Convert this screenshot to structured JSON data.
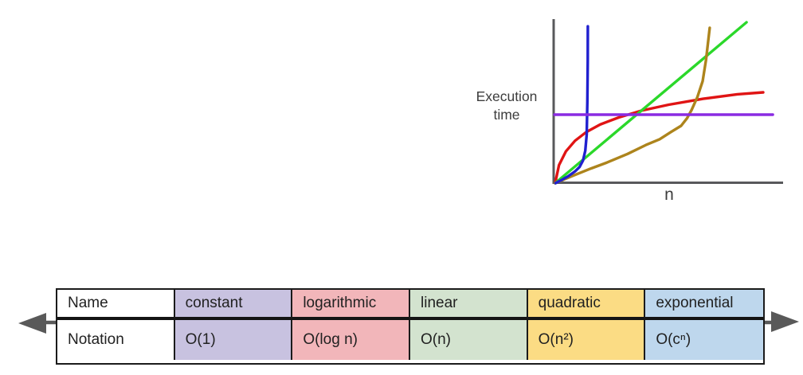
{
  "chart": {
    "ylabel": "Execution\ntime",
    "xlabel": "n",
    "axis_color": "#58595b",
    "label_color": "#3d3d3d"
  },
  "chart_data": {
    "type": "line",
    "title": "Growth of execution time vs input size n for Big-O complexity classes",
    "xlabel": "n",
    "ylabel": "Execution time",
    "x_range": [
      0,
      1
    ],
    "y_range": [
      0,
      1
    ],
    "grid": false,
    "legend": "none (qualitative sketch, no ticks or numeric scale)",
    "series": [
      {
        "id": "logarithmic",
        "name": "logarithmic O(log n)",
        "color": "#e01414",
        "points": [
          [
            0.003,
            0.0
          ],
          [
            0.02,
            0.111
          ],
          [
            0.05,
            0.195
          ],
          [
            0.09,
            0.261
          ],
          [
            0.14,
            0.315
          ],
          [
            0.2,
            0.361
          ],
          [
            0.28,
            0.404
          ],
          [
            0.38,
            0.446
          ],
          [
            0.5,
            0.483
          ],
          [
            0.65,
            0.519
          ],
          [
            0.8,
            0.547
          ],
          [
            0.913,
            0.559
          ]
        ]
      },
      {
        "id": "linear",
        "name": "linear O(n)",
        "color": "#2bd82a",
        "points": [
          [
            0.003,
            0.0
          ],
          [
            0.84,
            0.99
          ]
        ]
      },
      {
        "id": "quadratic",
        "name": "quadratic O(n²)",
        "color": "#ad841c",
        "points": [
          [
            0.003,
            0.0
          ],
          [
            0.08,
            0.045
          ],
          [
            0.16,
            0.09
          ],
          [
            0.23,
            0.127
          ],
          [
            0.32,
            0.18
          ],
          [
            0.4,
            0.235
          ],
          [
            0.46,
            0.27
          ],
          [
            0.51,
            0.315
          ],
          [
            0.554,
            0.353
          ],
          [
            0.58,
            0.4
          ],
          [
            0.6,
            0.451
          ],
          [
            0.625,
            0.53
          ],
          [
            0.648,
            0.627
          ],
          [
            0.663,
            0.76
          ],
          [
            0.679,
            0.956
          ]
        ]
      },
      {
        "id": "exponential",
        "name": "exponential O(cⁿ)",
        "color": "#2020cf",
        "points": [
          [
            0.005,
            0.0
          ],
          [
            0.03,
            0.018
          ],
          [
            0.06,
            0.042
          ],
          [
            0.09,
            0.072
          ],
          [
            0.11,
            0.1
          ],
          [
            0.125,
            0.14
          ],
          [
            0.135,
            0.2
          ],
          [
            0.141,
            0.3
          ],
          [
            0.144,
            0.5
          ],
          [
            0.1455,
            0.75
          ],
          [
            0.146,
            0.965
          ]
        ]
      },
      {
        "id": "constant",
        "name": "constant O(1)",
        "color": "#8a2be2",
        "points": [
          [
            0.0,
            0.4216
          ],
          [
            0.955,
            0.4216
          ]
        ]
      }
    ]
  },
  "table": {
    "header_row_label": "Name",
    "notation_row_label": "Notation",
    "columns": [
      {
        "name": "constant",
        "notation": "O(1)",
        "color": "#c8c2e0"
      },
      {
        "name": "logarithmic",
        "notation": "O(log n)",
        "color": "#f2b6ba"
      },
      {
        "name": "linear",
        "notation": "O(n)",
        "color": "#d3e3cf"
      },
      {
        "name": "quadratic",
        "notation": "O(n²)",
        "color": "#fbdc84"
      },
      {
        "name": "exponential",
        "notation": "O(cⁿ)",
        "color": "#bed7ed"
      }
    ],
    "border_color": "#1b1b1b"
  },
  "arrows": {
    "color": "#595959"
  }
}
